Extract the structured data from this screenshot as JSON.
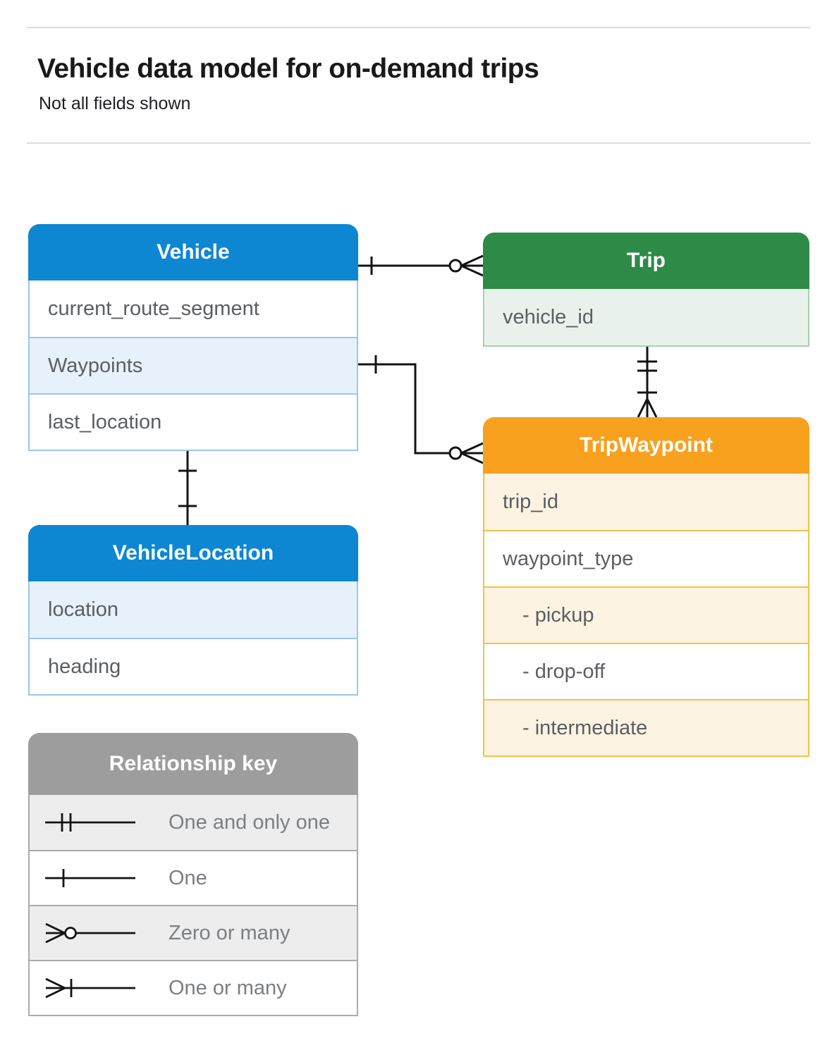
{
  "page": {
    "title": "Vehicle data model for on-demand trips",
    "subtitle": "Not all fields shown"
  },
  "entities": {
    "vehicle": {
      "title": "Vehicle",
      "header_color": "#0d87d1",
      "row_tint_color": "#e7f1fc",
      "border_color": "#9ac7ec",
      "fields": [
        {
          "label": "current_route_segment"
        },
        {
          "label": "Waypoints"
        },
        {
          "label": "last_location"
        }
      ]
    },
    "trip": {
      "title": "Trip",
      "header_color": "#2e8a47",
      "row_tint_color": "#e9f2ea",
      "border_color": "#a6d0af",
      "fields": [
        {
          "label": "vehicle_id"
        }
      ]
    },
    "trip_waypoint": {
      "title": "TripWaypoint",
      "header_color": "#f7a11f",
      "row_tint_color": "#fdf3e2",
      "border_color": "#f5c04a",
      "fields": [
        {
          "label": "trip_id"
        },
        {
          "label": "waypoint_type"
        },
        {
          "label": "- pickup"
        },
        {
          "label": "- drop-off"
        },
        {
          "label": "- intermediate"
        }
      ]
    },
    "vehicle_location": {
      "title": "VehicleLocation",
      "header_color": "#0d87d1",
      "row_tint_color": "#e7f1fc",
      "border_color": "#9ac7ec",
      "fields": [
        {
          "label": "location"
        },
        {
          "label": "heading"
        }
      ]
    }
  },
  "legend": {
    "title": "Relationship key",
    "header_color": "#9d9d9d",
    "items": [
      {
        "label": "One and only one",
        "symbol": "one-and-only-one"
      },
      {
        "label": "One",
        "symbol": "one"
      },
      {
        "label": "Zero or many",
        "symbol": "zero-or-many"
      },
      {
        "label": "One or many",
        "symbol": "one-or-many"
      }
    ]
  },
  "relationships": [
    {
      "from": "Vehicle",
      "to": "Trip",
      "from_cardinality": "one",
      "to_cardinality": "zero-or-many"
    },
    {
      "from": "Vehicle.Waypoints",
      "to": "TripWaypoint",
      "from_cardinality": "one",
      "to_cardinality": "zero-or-many"
    },
    {
      "from": "Trip",
      "to": "TripWaypoint",
      "from_cardinality": "one-and-only-one",
      "to_cardinality": "one-or-many"
    },
    {
      "from": "Vehicle",
      "to": "VehicleLocation",
      "from_cardinality": "one",
      "to_cardinality": "one"
    }
  ]
}
